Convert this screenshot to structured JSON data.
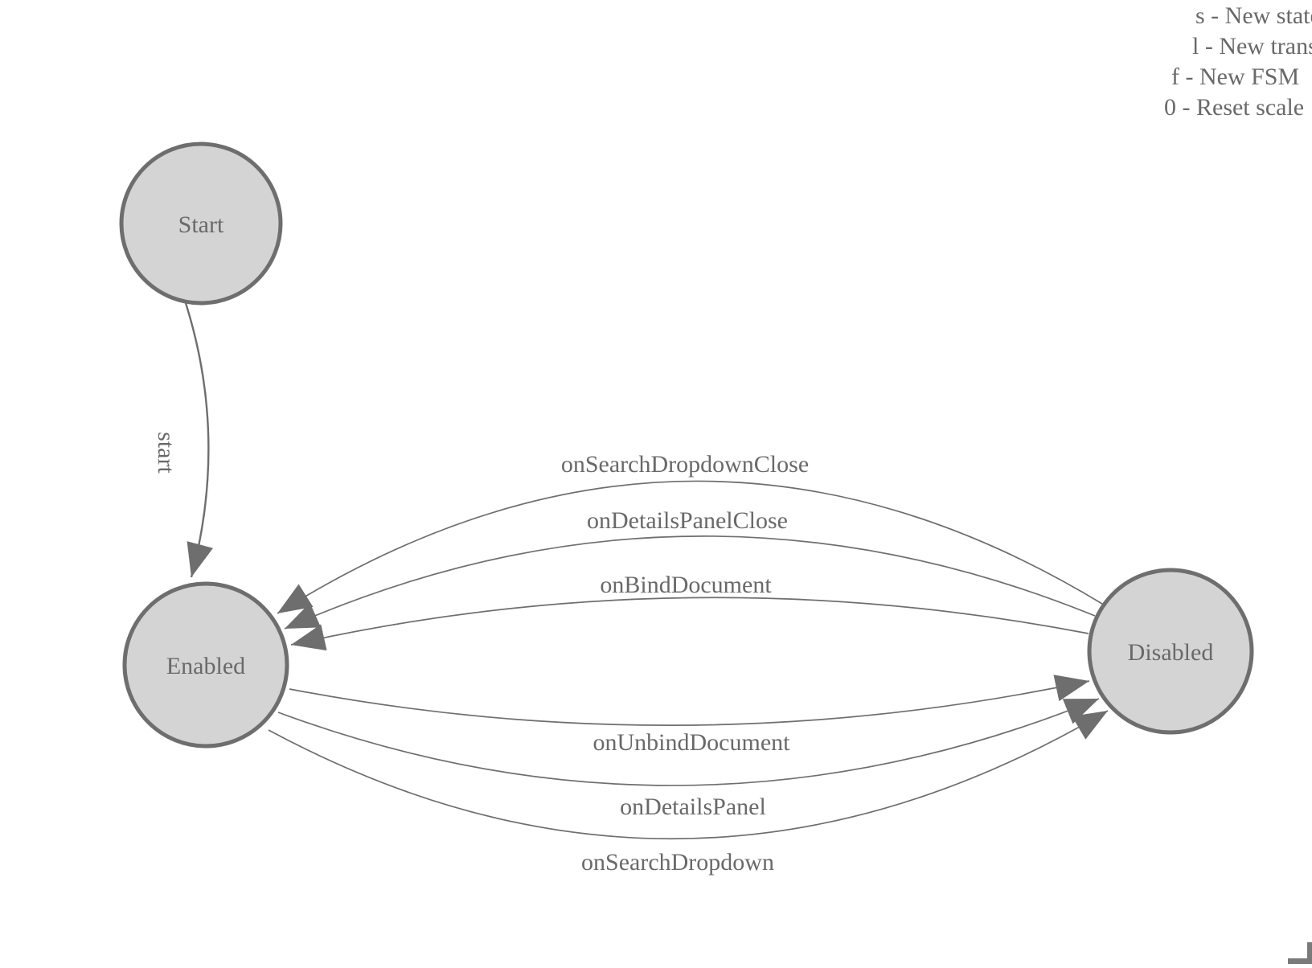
{
  "diagram": {
    "states": [
      {
        "id": "start",
        "label": "Start"
      },
      {
        "id": "enabled",
        "label": "Enabled"
      },
      {
        "id": "disabled",
        "label": "Disabled"
      }
    ],
    "transitions": [
      {
        "label": "start",
        "from": "Start",
        "to": "Enabled"
      },
      {
        "label": "onSearchDropdownClose",
        "from": "Disabled",
        "to": "Enabled"
      },
      {
        "label": "onDetailsPanelClose",
        "from": "Disabled",
        "to": "Enabled"
      },
      {
        "label": "onBindDocument",
        "from": "Disabled",
        "to": "Enabled"
      },
      {
        "label": "onUnbindDocument",
        "from": "Enabled",
        "to": "Disabled"
      },
      {
        "label": "onDetailsPanel",
        "from": "Enabled",
        "to": "Disabled"
      },
      {
        "label": "onSearchDropdown",
        "from": "Enabled",
        "to": "Disabled"
      }
    ]
  },
  "legend": {
    "lines": [
      "s - New state",
      "l - New transition",
      "f - New FSM",
      "0 - Reset scale"
    ]
  },
  "colors": {
    "background": "#ffffff",
    "state_fill": "#d4d4d4",
    "stroke": "#6e6e6e",
    "text": "#696969"
  }
}
